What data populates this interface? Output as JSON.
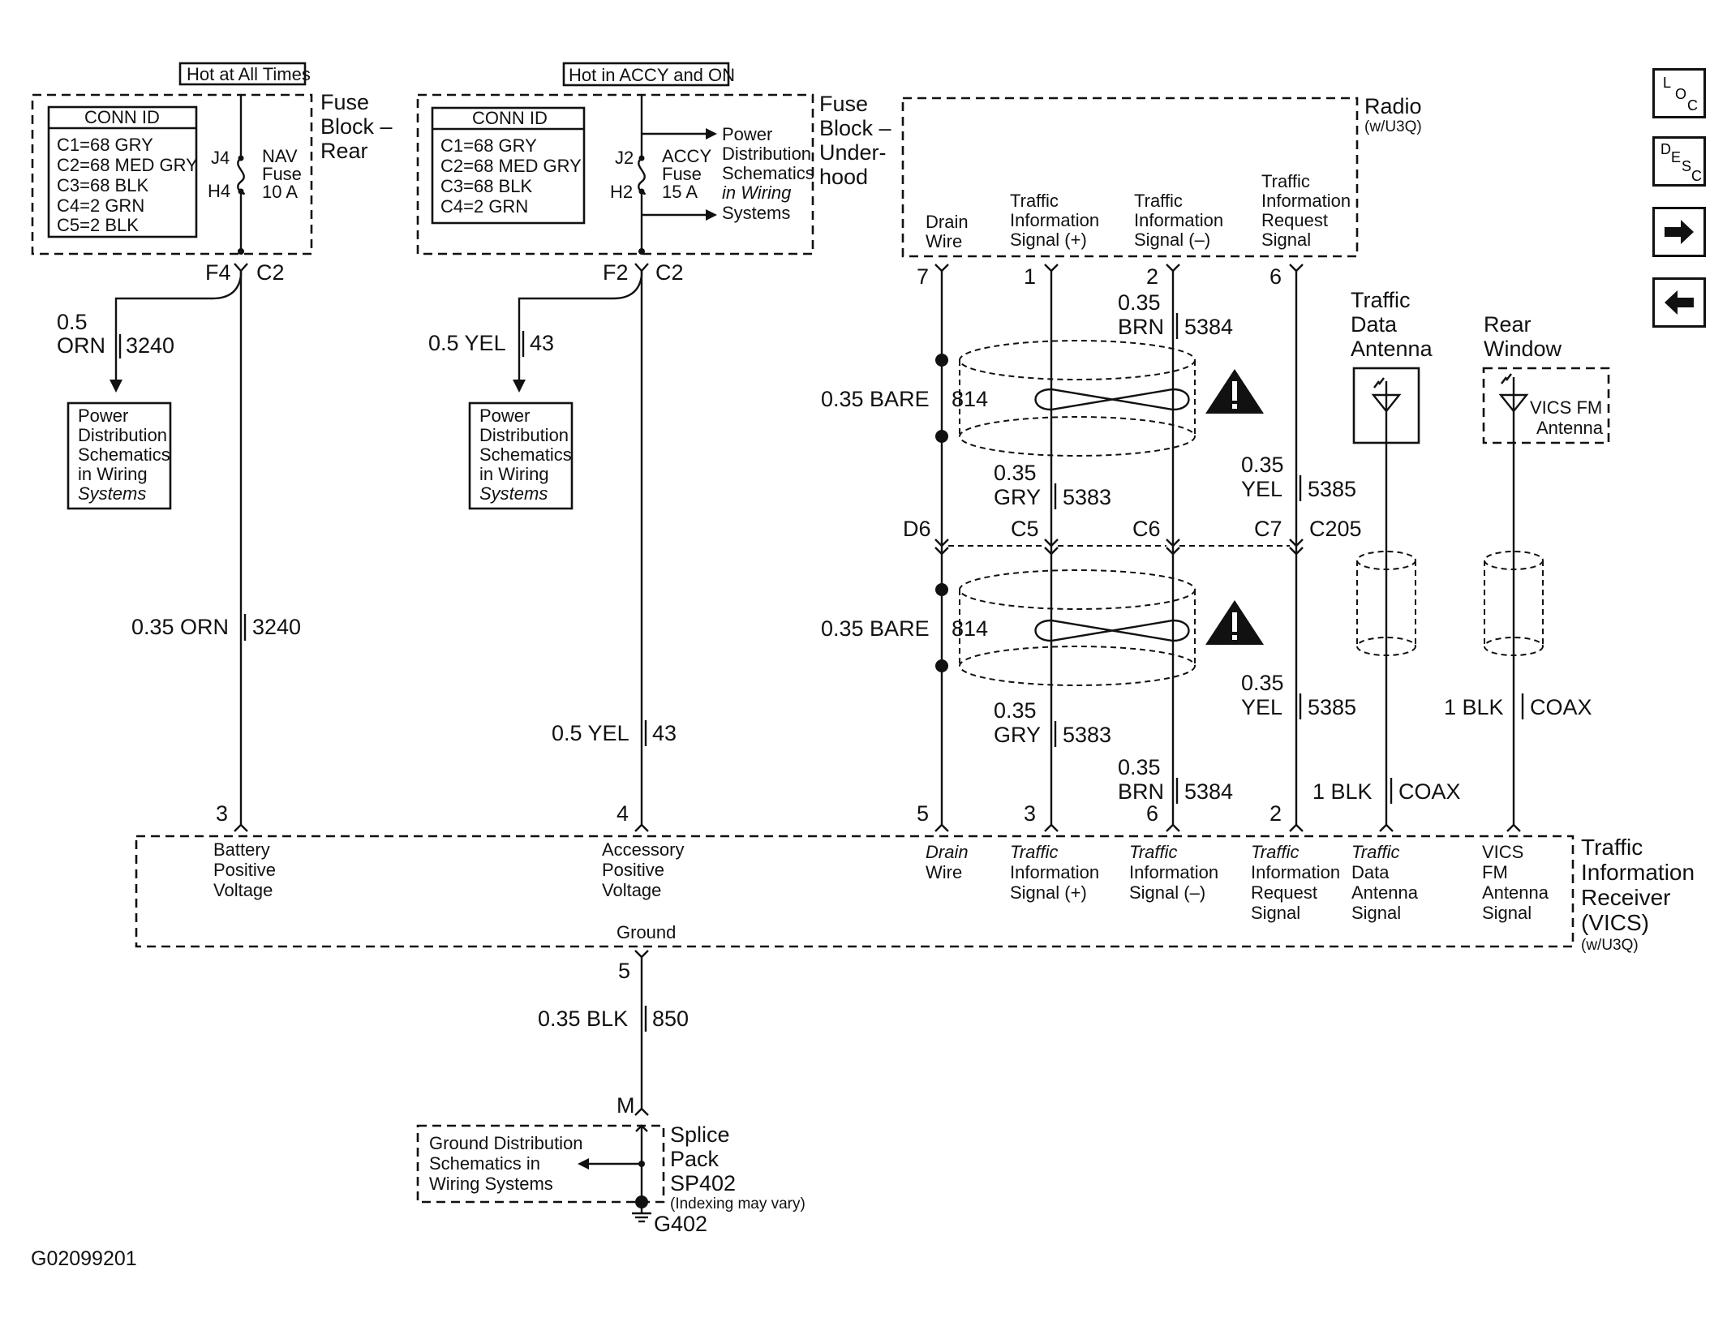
{
  "fuse_rear": {
    "header": "Hot at All Times",
    "title": [
      "Fuse",
      "Block –",
      "Rear"
    ],
    "conn_title": "CONN ID",
    "conn": [
      "C1=68 GRY",
      "C2=68 MED GRY",
      "C3=68 BLK",
      "C4=2 GRN",
      "C5=2 BLK"
    ],
    "pin_top": "J4",
    "pin_bot": "H4",
    "fuse_label": [
      "NAV",
      "Fuse",
      "10 A"
    ],
    "out_pin": "F4",
    "out_conn": "C2",
    "tap_gauge": [
      "0.5",
      "ORN"
    ],
    "tap_circuit": "3240",
    "tap_box": [
      "Power",
      "Distribution",
      "Schematics",
      "in Wiring",
      "Systems"
    ],
    "wire_label": "0.35 ORN",
    "wire_circuit": "3240"
  },
  "fuse_under": {
    "header": "Hot in ACCY and ON",
    "title": [
      "Fuse",
      "Block –",
      "Under-",
      "hood"
    ],
    "conn_title": "CONN ID",
    "conn": [
      "C1=68 GRY",
      "C2=68 MED GRY",
      "C3=68 BLK",
      "C4=2 GRN"
    ],
    "pin_top": "J2",
    "pin_bot": "H2",
    "fuse_label": [
      "ACCY",
      "Fuse",
      "15 A"
    ],
    "pd_ref": [
      "Power",
      "Distribution",
      "Schematics",
      "in Wiring",
      "Systems"
    ],
    "out_pin": "F2",
    "out_conn": "C2",
    "tap_label": "0.5 YEL",
    "tap_circuit": "43",
    "tap_box": [
      "Power",
      "Distribution",
      "Schematics",
      "in Wiring",
      "Systems"
    ],
    "wire_label": "0.5 YEL",
    "wire_circuit": "43"
  },
  "radio": {
    "title": "Radio",
    "sub": "(w/U3Q)",
    "pins": [
      {
        "num": "7",
        "label": [
          "Drain",
          "Wire"
        ]
      },
      {
        "num": "1",
        "label": [
          "Traffic",
          "Information",
          "Signal (+)"
        ]
      },
      {
        "num": "2",
        "label": [
          "Traffic",
          "Information",
          "Signal (–)"
        ]
      },
      {
        "num": "6",
        "label": [
          "Traffic",
          "Information",
          "Request",
          "Signal"
        ]
      }
    ]
  },
  "wires_upper": {
    "brn_gauge": "0.35",
    "brn_color": "BRN",
    "brn_circuit": "5384",
    "bare_label": "0.35 BARE",
    "bare_circuit": "814",
    "gry_gauge": "0.35",
    "gry_color": "GRY",
    "gry_circuit": "5383",
    "yel_gauge": "0.35",
    "yel_color": "YEL",
    "yel_circuit": "5385"
  },
  "connector_c205": {
    "pins": [
      "D6",
      "C5",
      "C6",
      "C7"
    ],
    "name": "C205"
  },
  "wires_lower": {
    "bare_label": "0.35 BARE",
    "bare_circuit": "814",
    "yel_gauge": "0.35",
    "yel_color": "YEL",
    "yel_circuit": "5385",
    "gry_gauge": "0.35",
    "gry_color": "GRY",
    "gry_circuit": "5383",
    "brn_gauge": "0.35",
    "brn_color": "BRN",
    "brn_circuit": "5384",
    "coax1_label": "1 BLK",
    "coax1_type": "COAX",
    "coax2_label": "1 BLK",
    "coax2_type": "COAX"
  },
  "antennas": {
    "traffic_title": [
      "Traffic",
      "Data",
      "Antenna"
    ],
    "rear_title": [
      "Rear",
      "Window"
    ],
    "vics_label": [
      "VICS FM",
      "Antenna"
    ]
  },
  "receiver": {
    "title": [
      "Traffic",
      "Information",
      "Receiver",
      "(VICS)"
    ],
    "sub": "(w/U3Q)",
    "pins": [
      {
        "num": "3",
        "label": [
          "Battery",
          "Positive",
          "Voltage"
        ]
      },
      {
        "num": "4",
        "label": [
          "Accessory",
          "Positive",
          "Voltage"
        ]
      },
      {
        "num": "5",
        "label": [
          "Drain",
          "Wire"
        ]
      },
      {
        "num": "3",
        "label": [
          "Traffic",
          "Information",
          "Signal (+)"
        ]
      },
      {
        "num": "6",
        "label": [
          "Traffic",
          "Information",
          "Signal (–)"
        ]
      },
      {
        "num": "2",
        "label": [
          "Traffic",
          "Information",
          "Request",
          "Signal"
        ]
      },
      {
        "num": "",
        "label": [
          "Traffic",
          "Data",
          "Antenna",
          "Signal"
        ]
      },
      {
        "num": "",
        "label": [
          "VICS",
          "FM",
          "Antenna",
          "Signal"
        ]
      }
    ],
    "ground_label": "Ground",
    "ground_pin": "5"
  },
  "ground": {
    "wire_label": "0.35 BLK",
    "wire_circuit": "850",
    "splice_pin": "M",
    "ref_box": [
      "Ground Distribution",
      "Schematics in",
      "Wiring Systems"
    ],
    "splice_title": [
      "Splice",
      "Pack",
      "SP402"
    ],
    "splice_note": "(Indexing may vary)",
    "ground_id": "G402"
  },
  "figure_id": "G02099201",
  "nav": {
    "loc": [
      "L",
      "O",
      "C"
    ],
    "desc": [
      "D",
      "E",
      "S",
      "C"
    ],
    "next_icon": "right-arrow-icon",
    "prev_icon": "left-arrow-icon"
  }
}
